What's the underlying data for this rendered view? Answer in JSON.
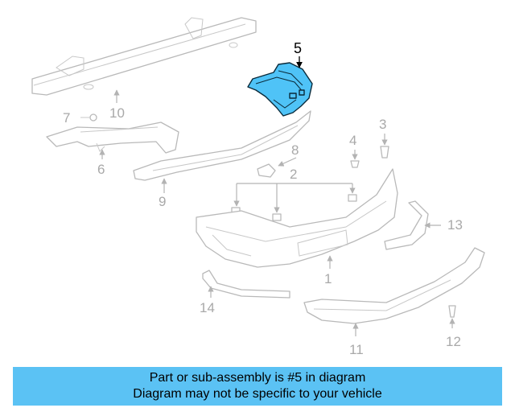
{
  "diagram": {
    "callouts": [
      "1",
      "2",
      "3",
      "4",
      "5",
      "6",
      "7",
      "8",
      "9",
      "10",
      "11",
      "12",
      "13",
      "14"
    ],
    "highlighted": "5",
    "highlight_color": "#4fc3f7"
  },
  "banner": {
    "line1": "Part or sub-assembly is #5 in diagram",
    "line2": "Diagram may not be specific to your vehicle",
    "color": "#5bc2f4"
  }
}
